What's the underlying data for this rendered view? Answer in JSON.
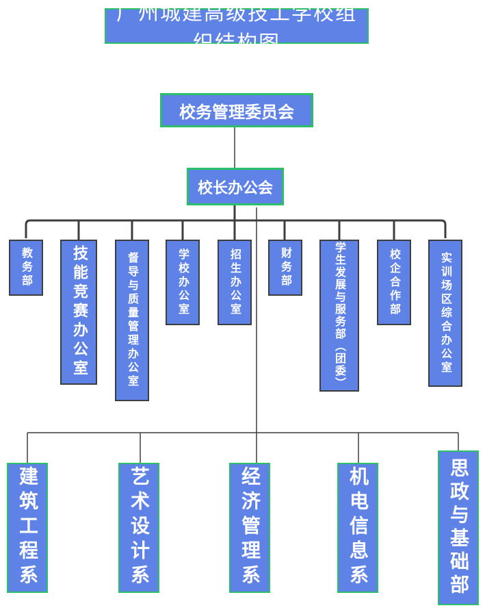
{
  "title": "广州城建高级技工学校组织结构图",
  "top": "校务管理委员会",
  "office": "校长办公会",
  "departments": [
    "教务部",
    "技能竞赛办公室",
    "督导与质量管理办公室",
    "学校办公室",
    "招生办公室",
    "财务部",
    "学生发展与服务部（团委）",
    "校企合作部",
    "实训场区综合办公室"
  ],
  "faculties": [
    "建筑工程系",
    "艺术设计系",
    "经济管理系",
    "机电信息系",
    "思政与基础部"
  ],
  "colors": {
    "box_fill": "#5e82e6",
    "box_border_green": "#2bbf6a",
    "box_border_dark": "#3d3d3d",
    "connector": "#3d3d3d"
  }
}
